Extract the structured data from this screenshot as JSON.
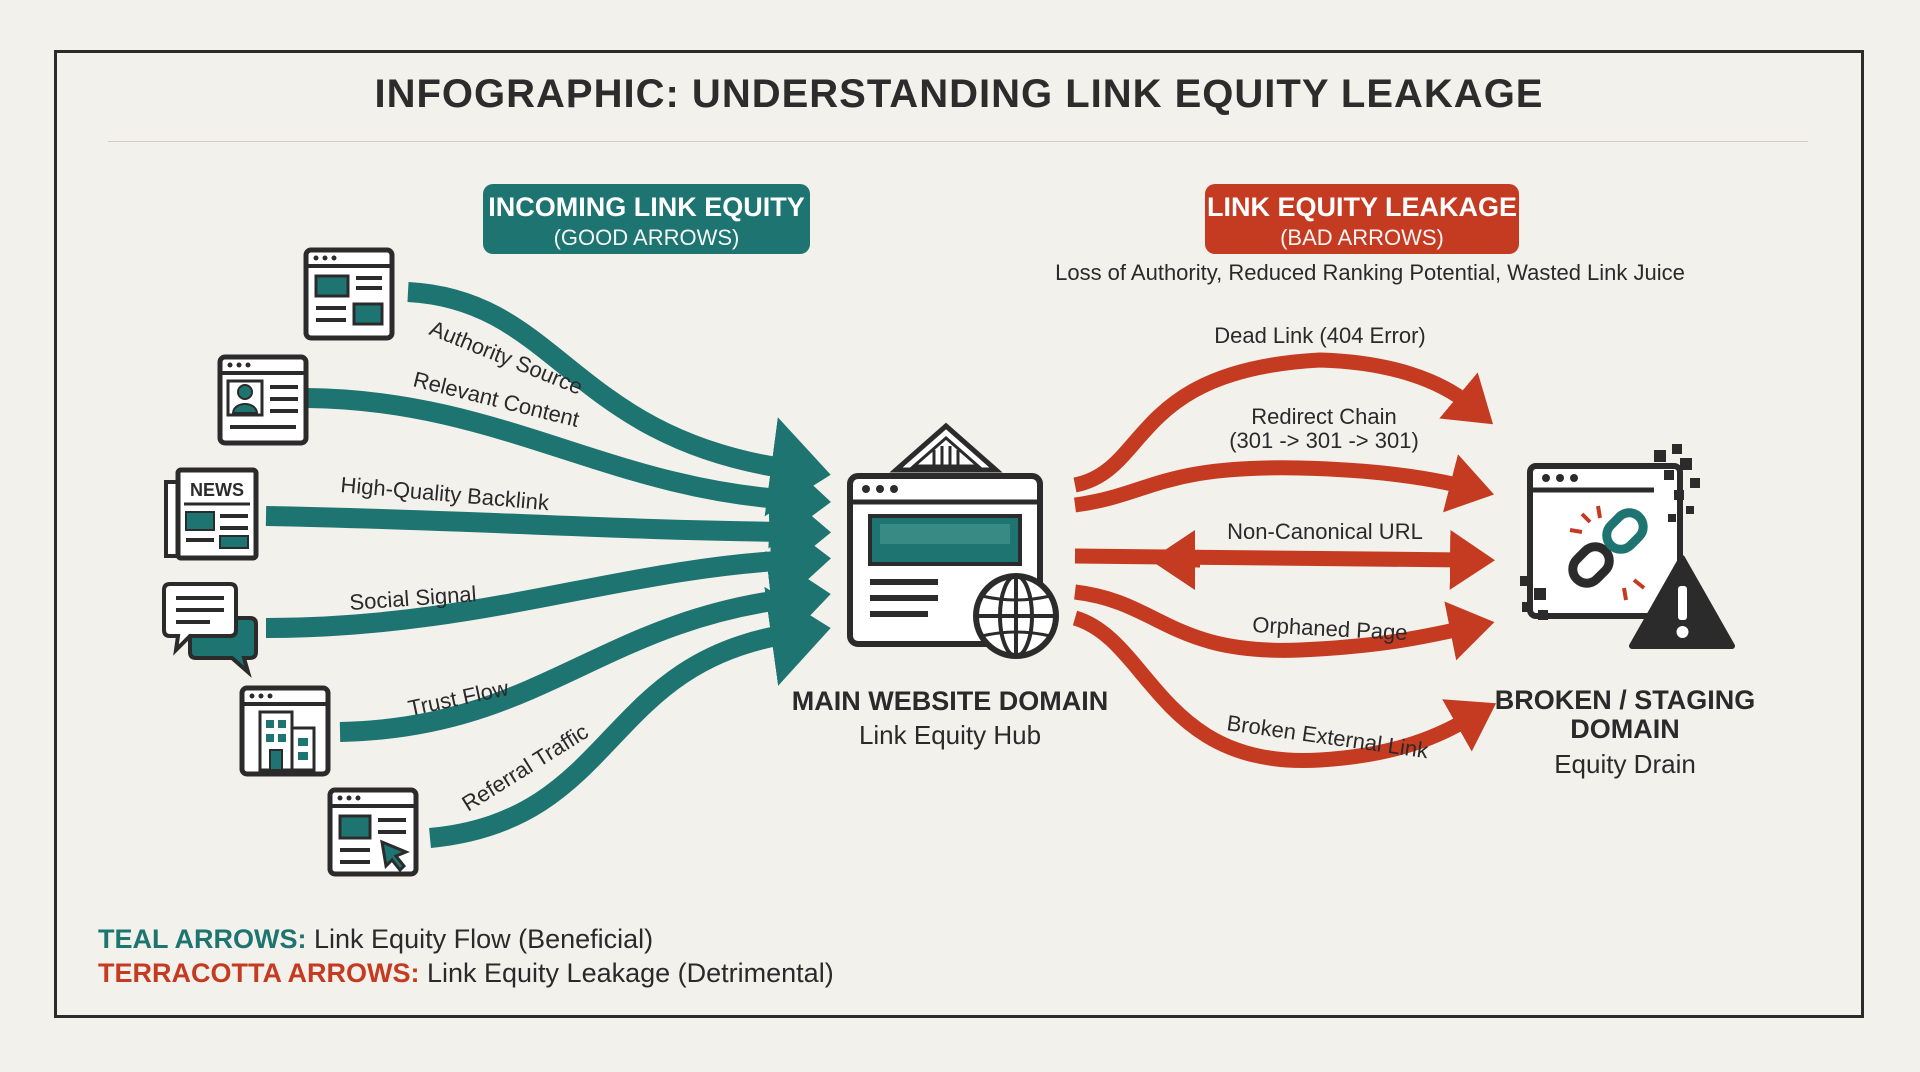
{
  "title": "INFOGRAPHIC: UNDERSTANDING LINK EQUITY LEAKAGE",
  "incoming": {
    "heading": "INCOMING LINK EQUITY",
    "subheading": "(GOOD ARROWS)",
    "sources": [
      {
        "label": "Authority Source",
        "icon": "browser-window-icon"
      },
      {
        "label": "Relevant Content",
        "icon": "profile-page-icon"
      },
      {
        "label": "High-Quality Backlink",
        "icon": "newspaper-icon"
      },
      {
        "label": "Social Signal",
        "icon": "chat-bubbles-icon"
      },
      {
        "label": "Trust Flow",
        "icon": "building-icon"
      },
      {
        "label": "Referral Traffic",
        "icon": "cursor-page-icon"
      }
    ]
  },
  "leakage": {
    "heading": "LINK EQUITY LEAKAGE",
    "subheading": "(BAD ARROWS)",
    "note": "Loss of Authority, Reduced Ranking Potential, Wasted Link Juice",
    "leaks": [
      {
        "label": "Dead Link (404 Error)"
      },
      {
        "label": "Redirect Chain",
        "label2": "(301 -> 301 -> 301)"
      },
      {
        "label": "Non-Canonical URL"
      },
      {
        "label": "Orphaned Page"
      },
      {
        "label": "Broken External Link"
      }
    ]
  },
  "hub": {
    "title": "MAIN WEBSITE DOMAIN",
    "subtitle": "Link Equity Hub",
    "icon": "website-globe-icon"
  },
  "drain": {
    "title": "BROKEN / STAGING DOMAIN",
    "subtitle": "Equity Drain",
    "icon": "broken-link-warning-icon"
  },
  "legend": {
    "teal_key": "TEAL ARROWS:",
    "teal_text": "Link Equity Flow (Beneficial)",
    "terra_key": "TERRACOTTA ARROWS:",
    "terra_text": "Link Equity Leakage (Detrimental)"
  },
  "colors": {
    "teal": "#1d7470",
    "terracotta": "#c53b22",
    "ink": "#2b2b2b",
    "background": "#f3f1ec"
  }
}
